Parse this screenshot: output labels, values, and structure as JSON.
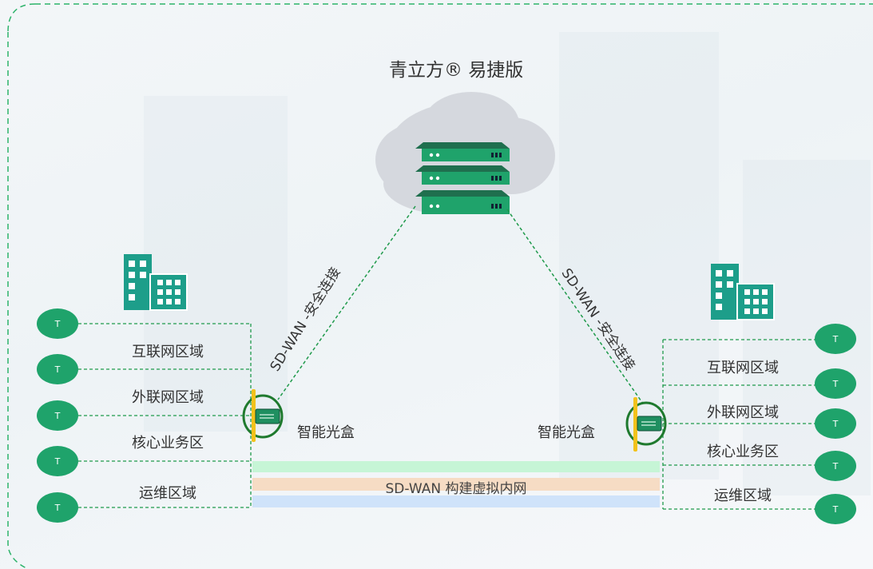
{
  "title": "青立方® 易捷版",
  "left_link_label": "SD-WAN -安全连接",
  "right_link_label": "SD-WAN -安全连接",
  "left_box_label": "智能光盒",
  "right_box_label": "智能光盒",
  "virtual_network_label": "SD-WAN 构建虚拟内网",
  "terminal_label": "T",
  "left_zones": [
    "互联网区域",
    "外联网区域",
    "核心业务区",
    "运维区域"
  ],
  "right_zones": [
    "互联网区域",
    "外联网区域",
    "核心业务区",
    "运维区域"
  ],
  "colors": {
    "green": "#1fa36b",
    "dashed_line": "#1f9a4b",
    "outer_border": "#2db36a",
    "band_green": "#c6f5d6",
    "band_orange": "#f6dcc4",
    "band_blue": "#cfe3fa",
    "building": "#1d9e8a",
    "cloud": "#d5d8de",
    "yellow_bar": "#f2c21b"
  },
  "icons": [
    "cloud-icon",
    "server-stack-icon",
    "building-icon",
    "smart-box-icon"
  ]
}
